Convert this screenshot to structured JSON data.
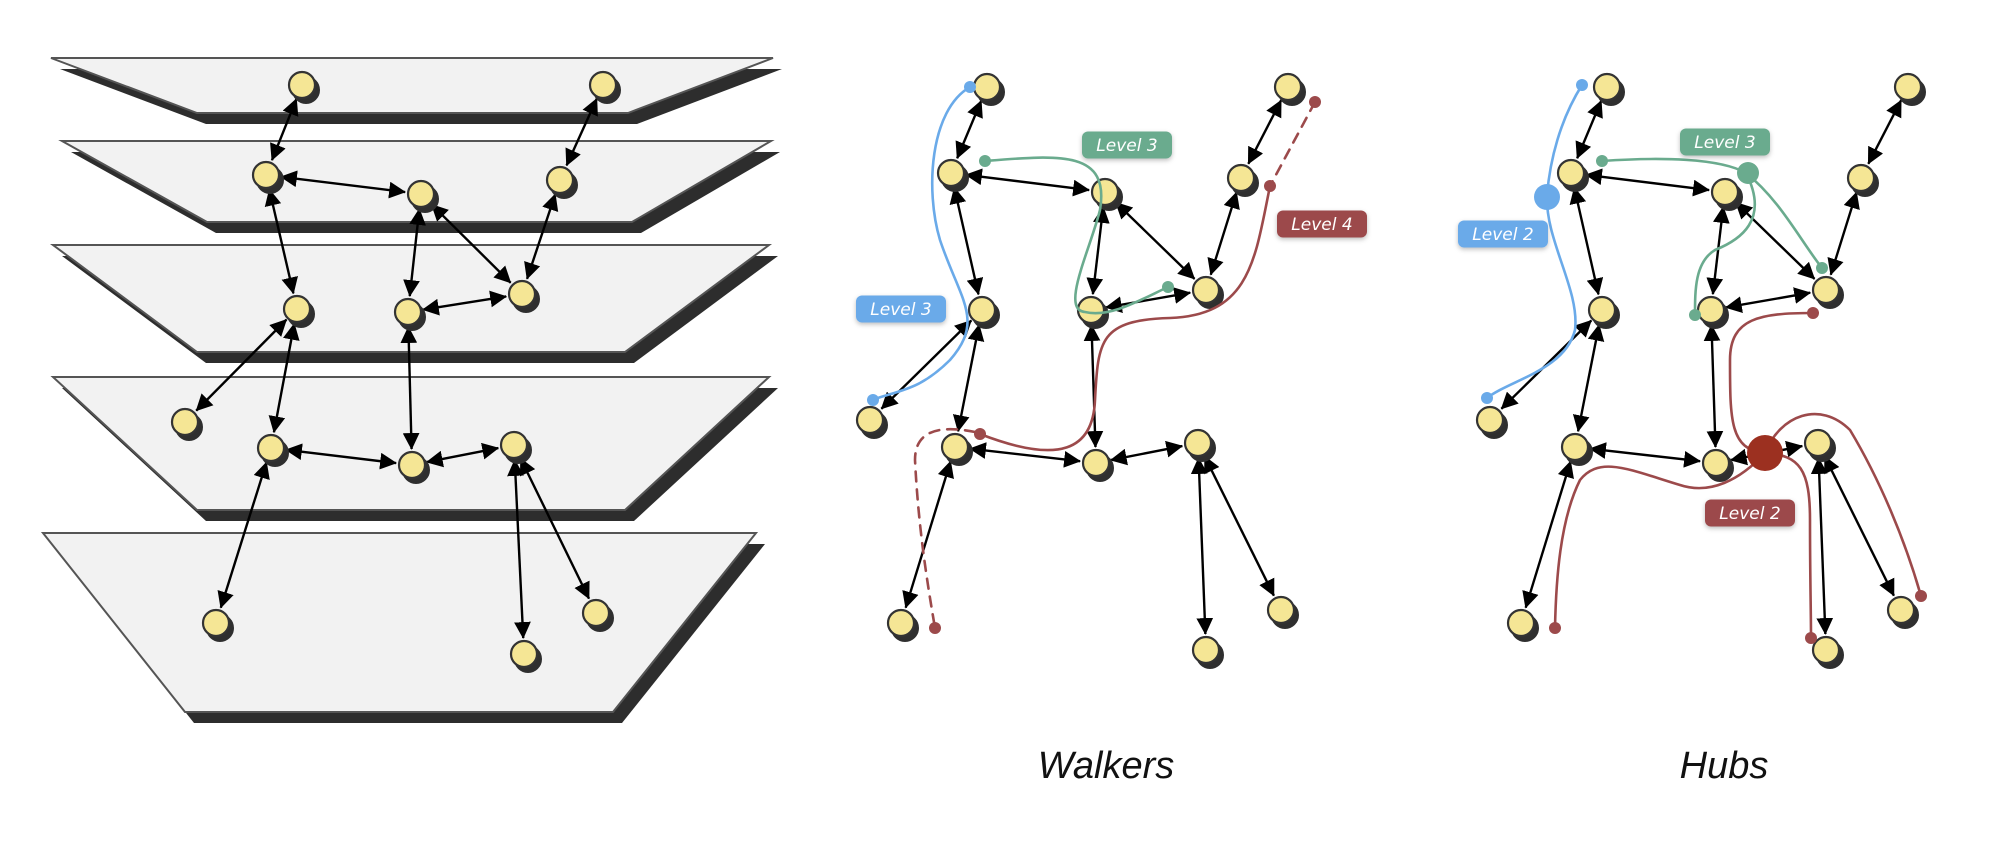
{
  "colors": {
    "node_fill": "#f5e695",
    "plane_fill": "#f2f2f2",
    "plane_shadow": "#2d2d2d",
    "blue": "#6aaae9",
    "green": "#6aab8e",
    "red": "#9c4a4b",
    "red_hub": "#9c3020"
  },
  "layered_graph": {
    "layers": 5,
    "nodes_per_layer": [
      2,
      3,
      3,
      4,
      3
    ]
  },
  "panels": {
    "walkers": {
      "title": "Walkers",
      "labels": [
        {
          "id": "walk-green",
          "text": "Level 3",
          "color": "green"
        },
        {
          "id": "walk-red",
          "text": "Level 4",
          "color": "red"
        },
        {
          "id": "walk-blue",
          "text": "Level 3",
          "color": "blue"
        }
      ]
    },
    "hubs": {
      "title": "Hubs",
      "labels": [
        {
          "id": "hub-green",
          "text": "Level 3",
          "color": "green"
        },
        {
          "id": "hub-blue",
          "text": "Level 2",
          "color": "blue"
        },
        {
          "id": "hub-red",
          "text": "Level 2",
          "color": "red"
        }
      ]
    }
  }
}
